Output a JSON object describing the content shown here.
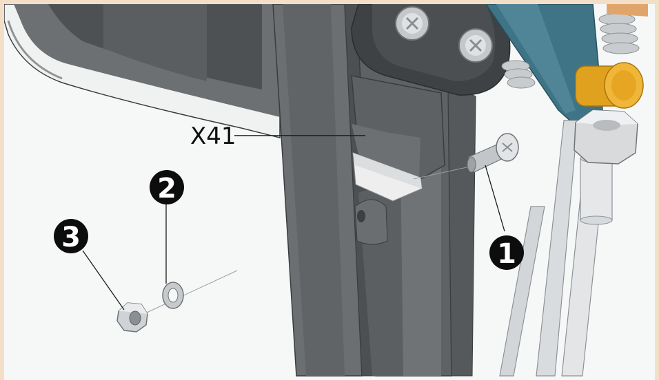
{
  "callouts": {
    "part_label": "X41",
    "n1": "1",
    "n2": "2",
    "n3": "3"
  },
  "colors": {
    "border": "#f3dfc8",
    "background": "#f6f8f8",
    "steel_dark": "#55585a",
    "steel_mid": "#6f7375",
    "rod": "#d9dcde",
    "bracket_blue": "#3e7486",
    "brass": "#e0a21e",
    "pad_white": "#eeeeef"
  },
  "icons": [
    "screw-icon",
    "washer-icon",
    "hex-nut-icon",
    "spring-icon"
  ]
}
